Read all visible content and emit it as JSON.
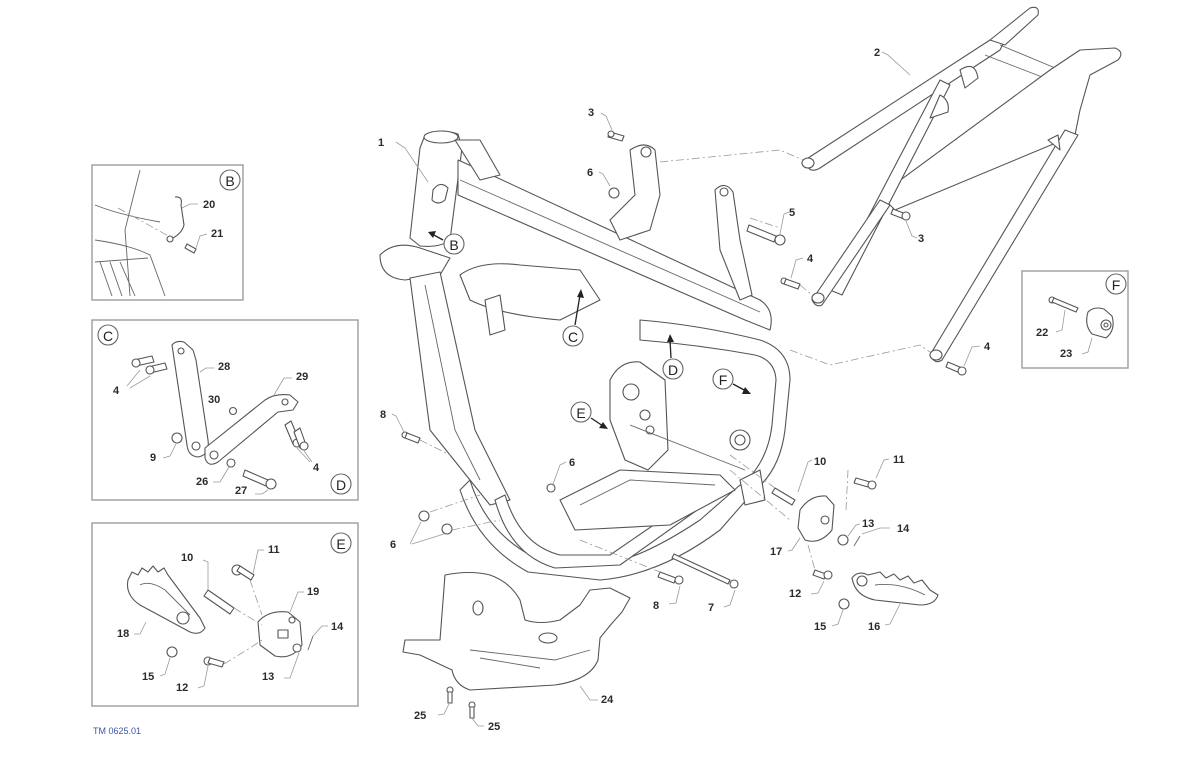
{
  "diagram": {
    "type": "exploded-parts-diagram",
    "subject": "motorcycle frame assembly",
    "reference_code": "TM 0625.01",
    "reference_color": "#3d56a6",
    "main_labels": {
      "frame": "1",
      "subframe": "2",
      "subframe_bolt_upper": "3",
      "subframe_bolt_right": "3",
      "subframe_bolt_left": "4",
      "subframe_bolt_lower": "4",
      "swingarm_bolt": "5",
      "nut_top": "6",
      "nut_mid": "6",
      "nuts_lower": "6",
      "bolt_8_upper": "8",
      "bolt_8_lower": "8",
      "long_bolt": "7",
      "pin": "10",
      "bolt_11": "11",
      "bolt_12": "12",
      "washer": "13",
      "spring": "14",
      "clip": "15",
      "footpeg_right": "16",
      "footpeg_bracket": "17",
      "skid_plate": "24",
      "skid_bolt_a": "25",
      "skid_bolt_b": "25"
    },
    "callouts": [
      "B",
      "C",
      "D",
      "E",
      "F"
    ],
    "detail_B": {
      "letter": "B",
      "labels": [
        "20",
        "21"
      ]
    },
    "detail_C": {
      "letter_top": "C",
      "letter_bottom": "D",
      "labels": {
        "bolts_left": "4",
        "bracket_left": "28",
        "bracket_right": "29",
        "nut": "30",
        "nut_9": "9",
        "washer": "26",
        "bolt": "27",
        "bolts_right": "4"
      }
    },
    "detail_E": {
      "letter": "E",
      "labels": {
        "pin": "10",
        "bolt": "11",
        "bracket": "19",
        "spring": "14",
        "footpeg": "18",
        "clip": "15",
        "screw": "12",
        "washer": "13"
      }
    },
    "detail_F": {
      "letter": "F",
      "labels": {
        "bolt": "22",
        "bushing": "23"
      }
    }
  }
}
